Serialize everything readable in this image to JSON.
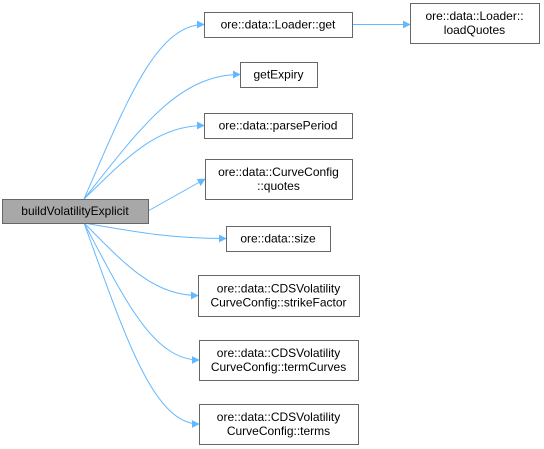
{
  "colors": {
    "edge": "#63b8ff",
    "node_border": "#666666",
    "node_fill": "#ffffff",
    "root_fill": "#a8a8a8",
    "root_border": "#666666"
  },
  "root": {
    "id": "root",
    "lines": [
      "buildVolatilityExplicit"
    ]
  },
  "nodes": [
    {
      "id": "loader-get",
      "lines": [
        "ore::data::Loader::get"
      ]
    },
    {
      "id": "loader-loadquotes",
      "lines": [
        "ore::data::Loader::",
        "loadQuotes"
      ]
    },
    {
      "id": "getexpiry",
      "lines": [
        "getExpiry"
      ]
    },
    {
      "id": "parseperiod",
      "lines": [
        "ore::data::parsePeriod"
      ]
    },
    {
      "id": "curveconfig-quotes",
      "lines": [
        "ore::data::CurveConfig",
        "::quotes"
      ]
    },
    {
      "id": "size",
      "lines": [
        "ore::data::size"
      ]
    },
    {
      "id": "strikefactor",
      "lines": [
        "ore::data::CDSVolatility",
        "CurveConfig::strikeFactor"
      ]
    },
    {
      "id": "termcurves",
      "lines": [
        "ore::data::CDSVolatility",
        "CurveConfig::termCurves"
      ]
    },
    {
      "id": "terms",
      "lines": [
        "ore::data::CDSVolatility",
        "CurveConfig::terms"
      ]
    }
  ],
  "edges": [
    {
      "from": "root",
      "to": "loader-get"
    },
    {
      "from": "loader-get",
      "to": "loader-loadquotes"
    },
    {
      "from": "root",
      "to": "getexpiry"
    },
    {
      "from": "root",
      "to": "parseperiod"
    },
    {
      "from": "root",
      "to": "curveconfig-quotes"
    },
    {
      "from": "root",
      "to": "size"
    },
    {
      "from": "root",
      "to": "strikefactor"
    },
    {
      "from": "root",
      "to": "termcurves"
    },
    {
      "from": "root",
      "to": "terms"
    }
  ]
}
